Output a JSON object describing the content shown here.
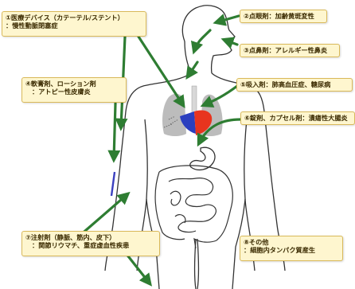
{
  "callouts": {
    "c1": {
      "title": "①医療デバイス（カテーテル/ステント）",
      "sub": "：慢性動脈閉塞症"
    },
    "c2": {
      "title": "②点眼剤：加齢黄斑変性"
    },
    "c3": {
      "title": "③点鼻剤：アレルギー性鼻炎"
    },
    "c4": {
      "title": "④軟膏剤、ローション剤",
      "sub": "：アトピー性皮膚炎"
    },
    "c5": {
      "title": "⑤吸入剤：肺高血圧症、糖尿病"
    },
    "c6": {
      "title": "⑥錠剤、カプセル剤：潰瘍性大腸炎"
    },
    "c7": {
      "title": "⑦注射剤（静脈、筋内、皮下）",
      "sub": "：関節リウマチ、重症虚血性疾患"
    },
    "c8": {
      "title": "⑧その他",
      "sub": "：細胞内タンパク質産生"
    }
  },
  "colors": {
    "arrow": "#2e7d32",
    "callout_fill": "#fef6cf",
    "callout_border": "#d9b95a",
    "heart_blue": "#2b3fbf",
    "heart_red": "#e8341e",
    "lung": "#bcbcbc",
    "body_outline": "#333333"
  },
  "icons": [
    "human-body-outline",
    "lungs",
    "heart",
    "stomach",
    "intestines",
    "arrow"
  ]
}
